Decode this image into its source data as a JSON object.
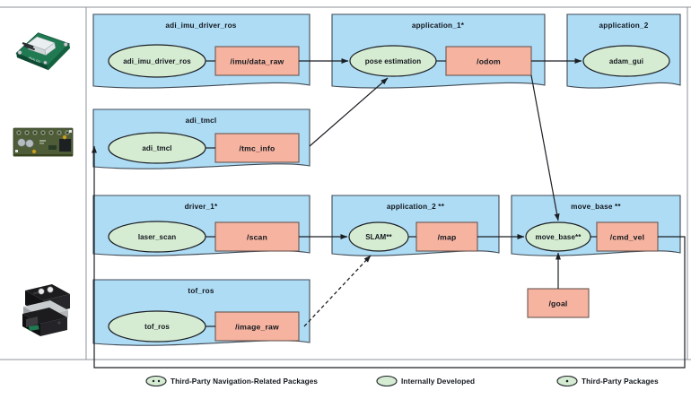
{
  "figure": {
    "title": "ROS package / topic dataflow diagram",
    "colors": {
      "package_fill": "#aedcf5",
      "package_stroke": "#3f4a55",
      "node_fill": "#d6ecd2",
      "node_stroke": "#1b1f24",
      "topic_fill": "#f6b3a0",
      "topic_stroke": "#6a5650",
      "edge": "#1b1f24",
      "text": "#11161c",
      "background": "#ffffff"
    }
  },
  "hardware": [
    {
      "name": "imu-board-photo",
      "alt": "IMU evaluation board with white sensor package"
    },
    {
      "name": "motor-driver-board-photo",
      "alt": "TMC motor driver green PCB"
    },
    {
      "name": "tof-camera-photo",
      "alt": "Black time-of-flight depth camera module"
    }
  ],
  "packages": [
    {
      "id": "adi_imu_driver_ros",
      "title": "adi_imu_driver_ros",
      "node": {
        "label": "adi_imu_driver_ros",
        "kind": "internal"
      },
      "topic": {
        "label": "/imu/data_raw"
      }
    },
    {
      "id": "application_1",
      "title": "application_1*",
      "node": {
        "label": "pose estimation",
        "kind": "third-party"
      },
      "topic": {
        "label": "/odom"
      }
    },
    {
      "id": "application_2_gui",
      "title": "application_2",
      "node": {
        "label": "adam_gui",
        "kind": "internal"
      },
      "topic": null
    },
    {
      "id": "adi_tmcl",
      "title": "adi_tmcl",
      "node": {
        "label": "adi_tmcl",
        "kind": "internal"
      },
      "topic": {
        "label": "/tmc_info"
      }
    },
    {
      "id": "driver_1",
      "title": "driver_1*",
      "node": {
        "label": "laser_scan",
        "kind": "third-party"
      },
      "topic": {
        "label": "/scan"
      }
    },
    {
      "id": "application_2_slam",
      "title": "application_2 **",
      "node": {
        "label": "SLAM**",
        "kind": "third-party-nav"
      },
      "topic": {
        "label": "/map"
      }
    },
    {
      "id": "move_base",
      "title": "move_base **",
      "node": {
        "label": "move_base**",
        "kind": "third-party-nav"
      },
      "topic": {
        "label": "/cmd_vel"
      }
    },
    {
      "id": "tof_ros",
      "title": "tof_ros",
      "node": {
        "label": "tof_ros",
        "kind": "internal"
      },
      "topic": {
        "label": "/image_raw"
      }
    }
  ],
  "standalone_topics": [
    {
      "id": "goal",
      "label": "/goal"
    }
  ],
  "legend": [
    {
      "id": "third-party-nav",
      "icon": "ellipse-double-dot",
      "label": "Third-Party Navigation-Related Packages"
    },
    {
      "id": "internal",
      "icon": "ellipse-plain",
      "label": "Internally Developed"
    },
    {
      "id": "third-party",
      "icon": "ellipse-single-dot",
      "label": "Third-Party Packages"
    }
  ]
}
